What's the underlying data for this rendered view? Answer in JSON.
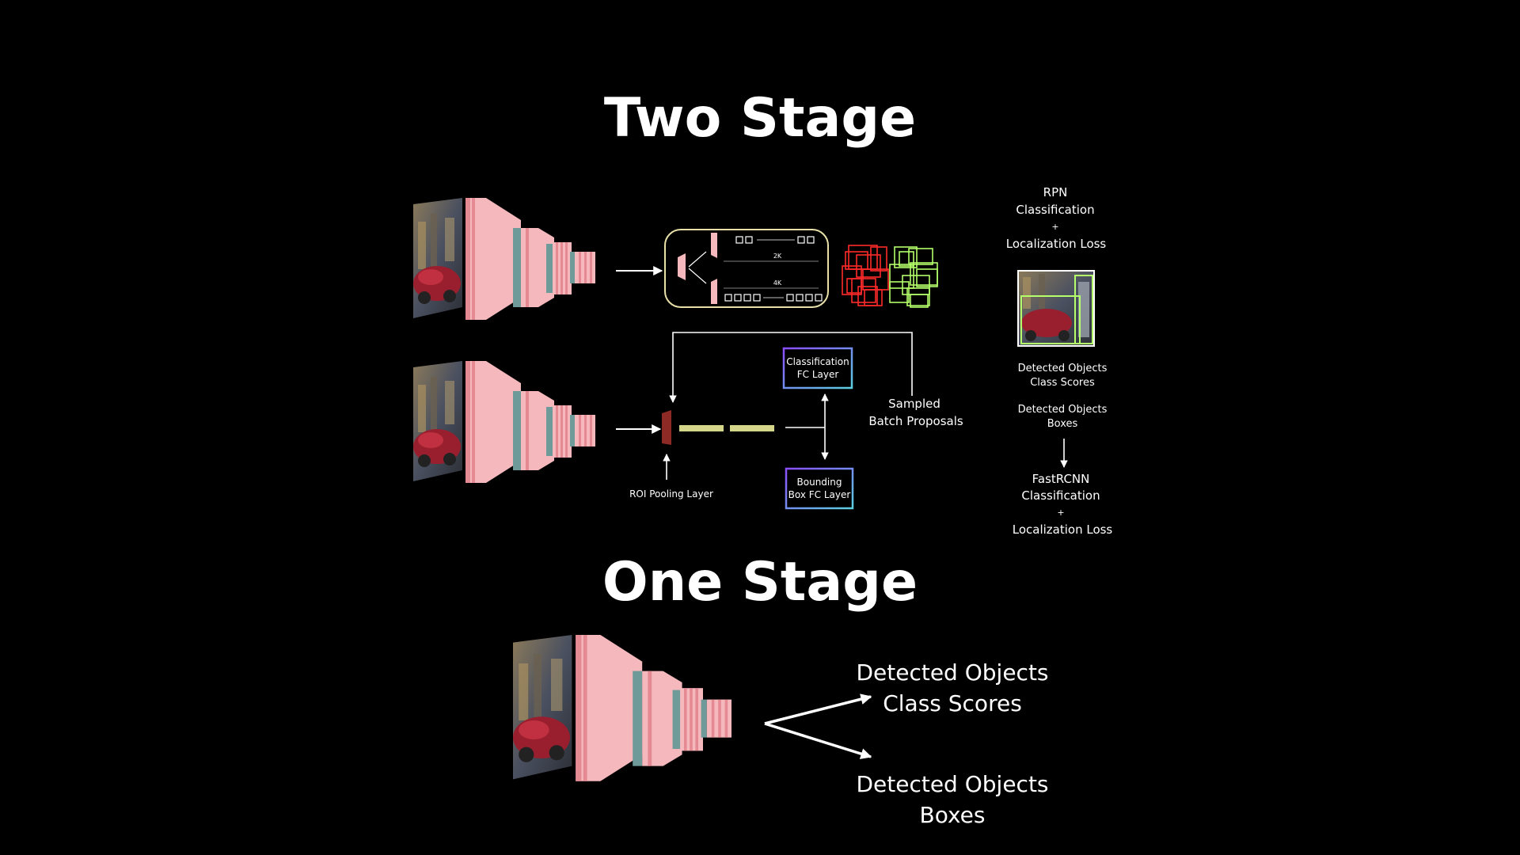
{
  "two_stage": {
    "title": "Two Stage",
    "rpn_head": {
      "label_2k": "2K",
      "label_4k": "4K"
    },
    "roi_pooling_label": "ROI Pooling Layer",
    "classification_fc": {
      "line1": "Classification",
      "line2": "FC Layer"
    },
    "bbox_fc": {
      "line1": "Bounding",
      "line2": "Box FC Layer"
    },
    "sampled_proposals": {
      "line1": "Sampled",
      "line2": "Batch Proposals"
    },
    "rpn_loss": {
      "line1": "RPN",
      "line2": "Classification",
      "line3": "+",
      "line4": "Localization Loss"
    },
    "detected_scores": {
      "line1": "Detected Objects",
      "line2": "Class Scores"
    },
    "detected_boxes": {
      "line1": "Detected Objects",
      "line2": "Boxes"
    },
    "fastrcnn_loss": {
      "line1": "FastRCNN",
      "line2": "Classification",
      "line3": "+",
      "line4": "Localization Loss"
    }
  },
  "one_stage": {
    "title": "One Stage",
    "out_scores": {
      "line1": "Detected Objects",
      "line2": "Class Scores"
    },
    "out_boxes": {
      "line1": "Detected Objects",
      "line2": "Boxes"
    }
  },
  "colors": {
    "background": "#000000",
    "layer_light": "#f4b8bd",
    "layer_dark": "#e58a93",
    "layer_teal": "#6f9a9a",
    "rpn_box_border": "#e8e0a8",
    "roi_pool": "#8e2a26",
    "fc_bar": "#d6d68a",
    "red_boxes": "#ff2a2a",
    "green_boxes": "#b4ff6a",
    "fc_border_a": "#8a4dff",
    "fc_border_b": "#5ccfe0"
  }
}
